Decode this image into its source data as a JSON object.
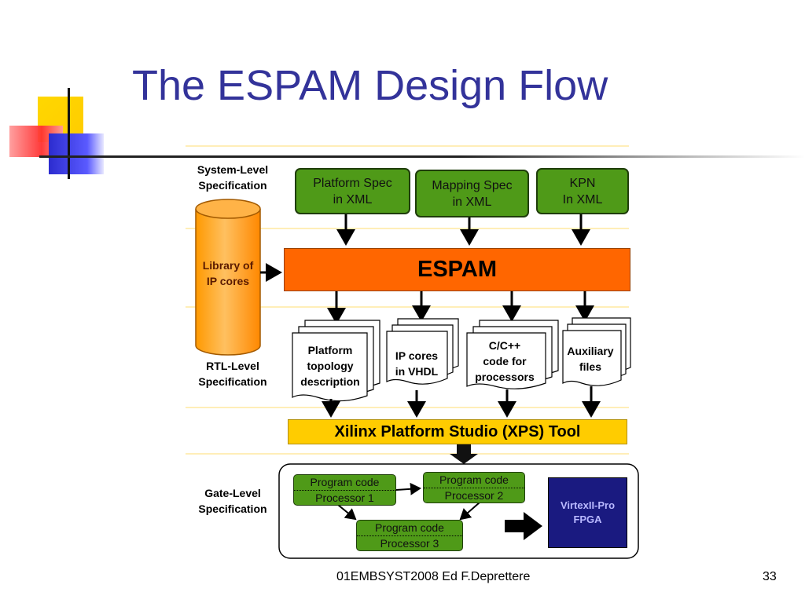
{
  "slide": {
    "title": "The ESPAM Design Flow",
    "footer": "01EMBSYST2008 Ed F.Deprettere",
    "page_number": "33"
  },
  "levels": {
    "system": [
      "System-Level",
      "Specification"
    ],
    "rtl": [
      "RTL-Level",
      "Specification"
    ],
    "gate": [
      "Gate-Level",
      "Specification"
    ]
  },
  "library": [
    "Library of",
    "IP cores"
  ],
  "inputs": {
    "platform": [
      "Platform Spec",
      "in XML"
    ],
    "mapping": [
      "Mapping Spec",
      "in XML"
    ],
    "kpn": [
      "KPN",
      "In XML"
    ]
  },
  "espam_label": "ESPAM",
  "outputs": {
    "platform": [
      "Platform",
      "topology",
      "description"
    ],
    "ipcores": [
      "IP cores",
      "in VHDL"
    ],
    "code": [
      "C/C++",
      "code for",
      "processors"
    ],
    "aux": [
      "Auxiliary",
      "files"
    ]
  },
  "xps_label": "Xilinx Platform Studio (XPS) Tool",
  "programs": {
    "p1": [
      "Program code",
      "Processor 1"
    ],
    "p2": [
      "Program code",
      "Processor 2"
    ],
    "p3": [
      "Program code",
      "Processor 3"
    ]
  },
  "fpga": [
    "VirtexII-Pro",
    "FPGA"
  ],
  "colors": {
    "title": "#33339a",
    "spec_green": "#4f9a18",
    "espam_orange": "#ff6600",
    "xps_yellow": "#ffcc00",
    "fpga_navy": "#1a1a80",
    "library_orange": "#ff9900",
    "accent_yellow": "#ffcc00",
    "accent_red": "#ff5050",
    "accent_blue": "#3333cc"
  }
}
